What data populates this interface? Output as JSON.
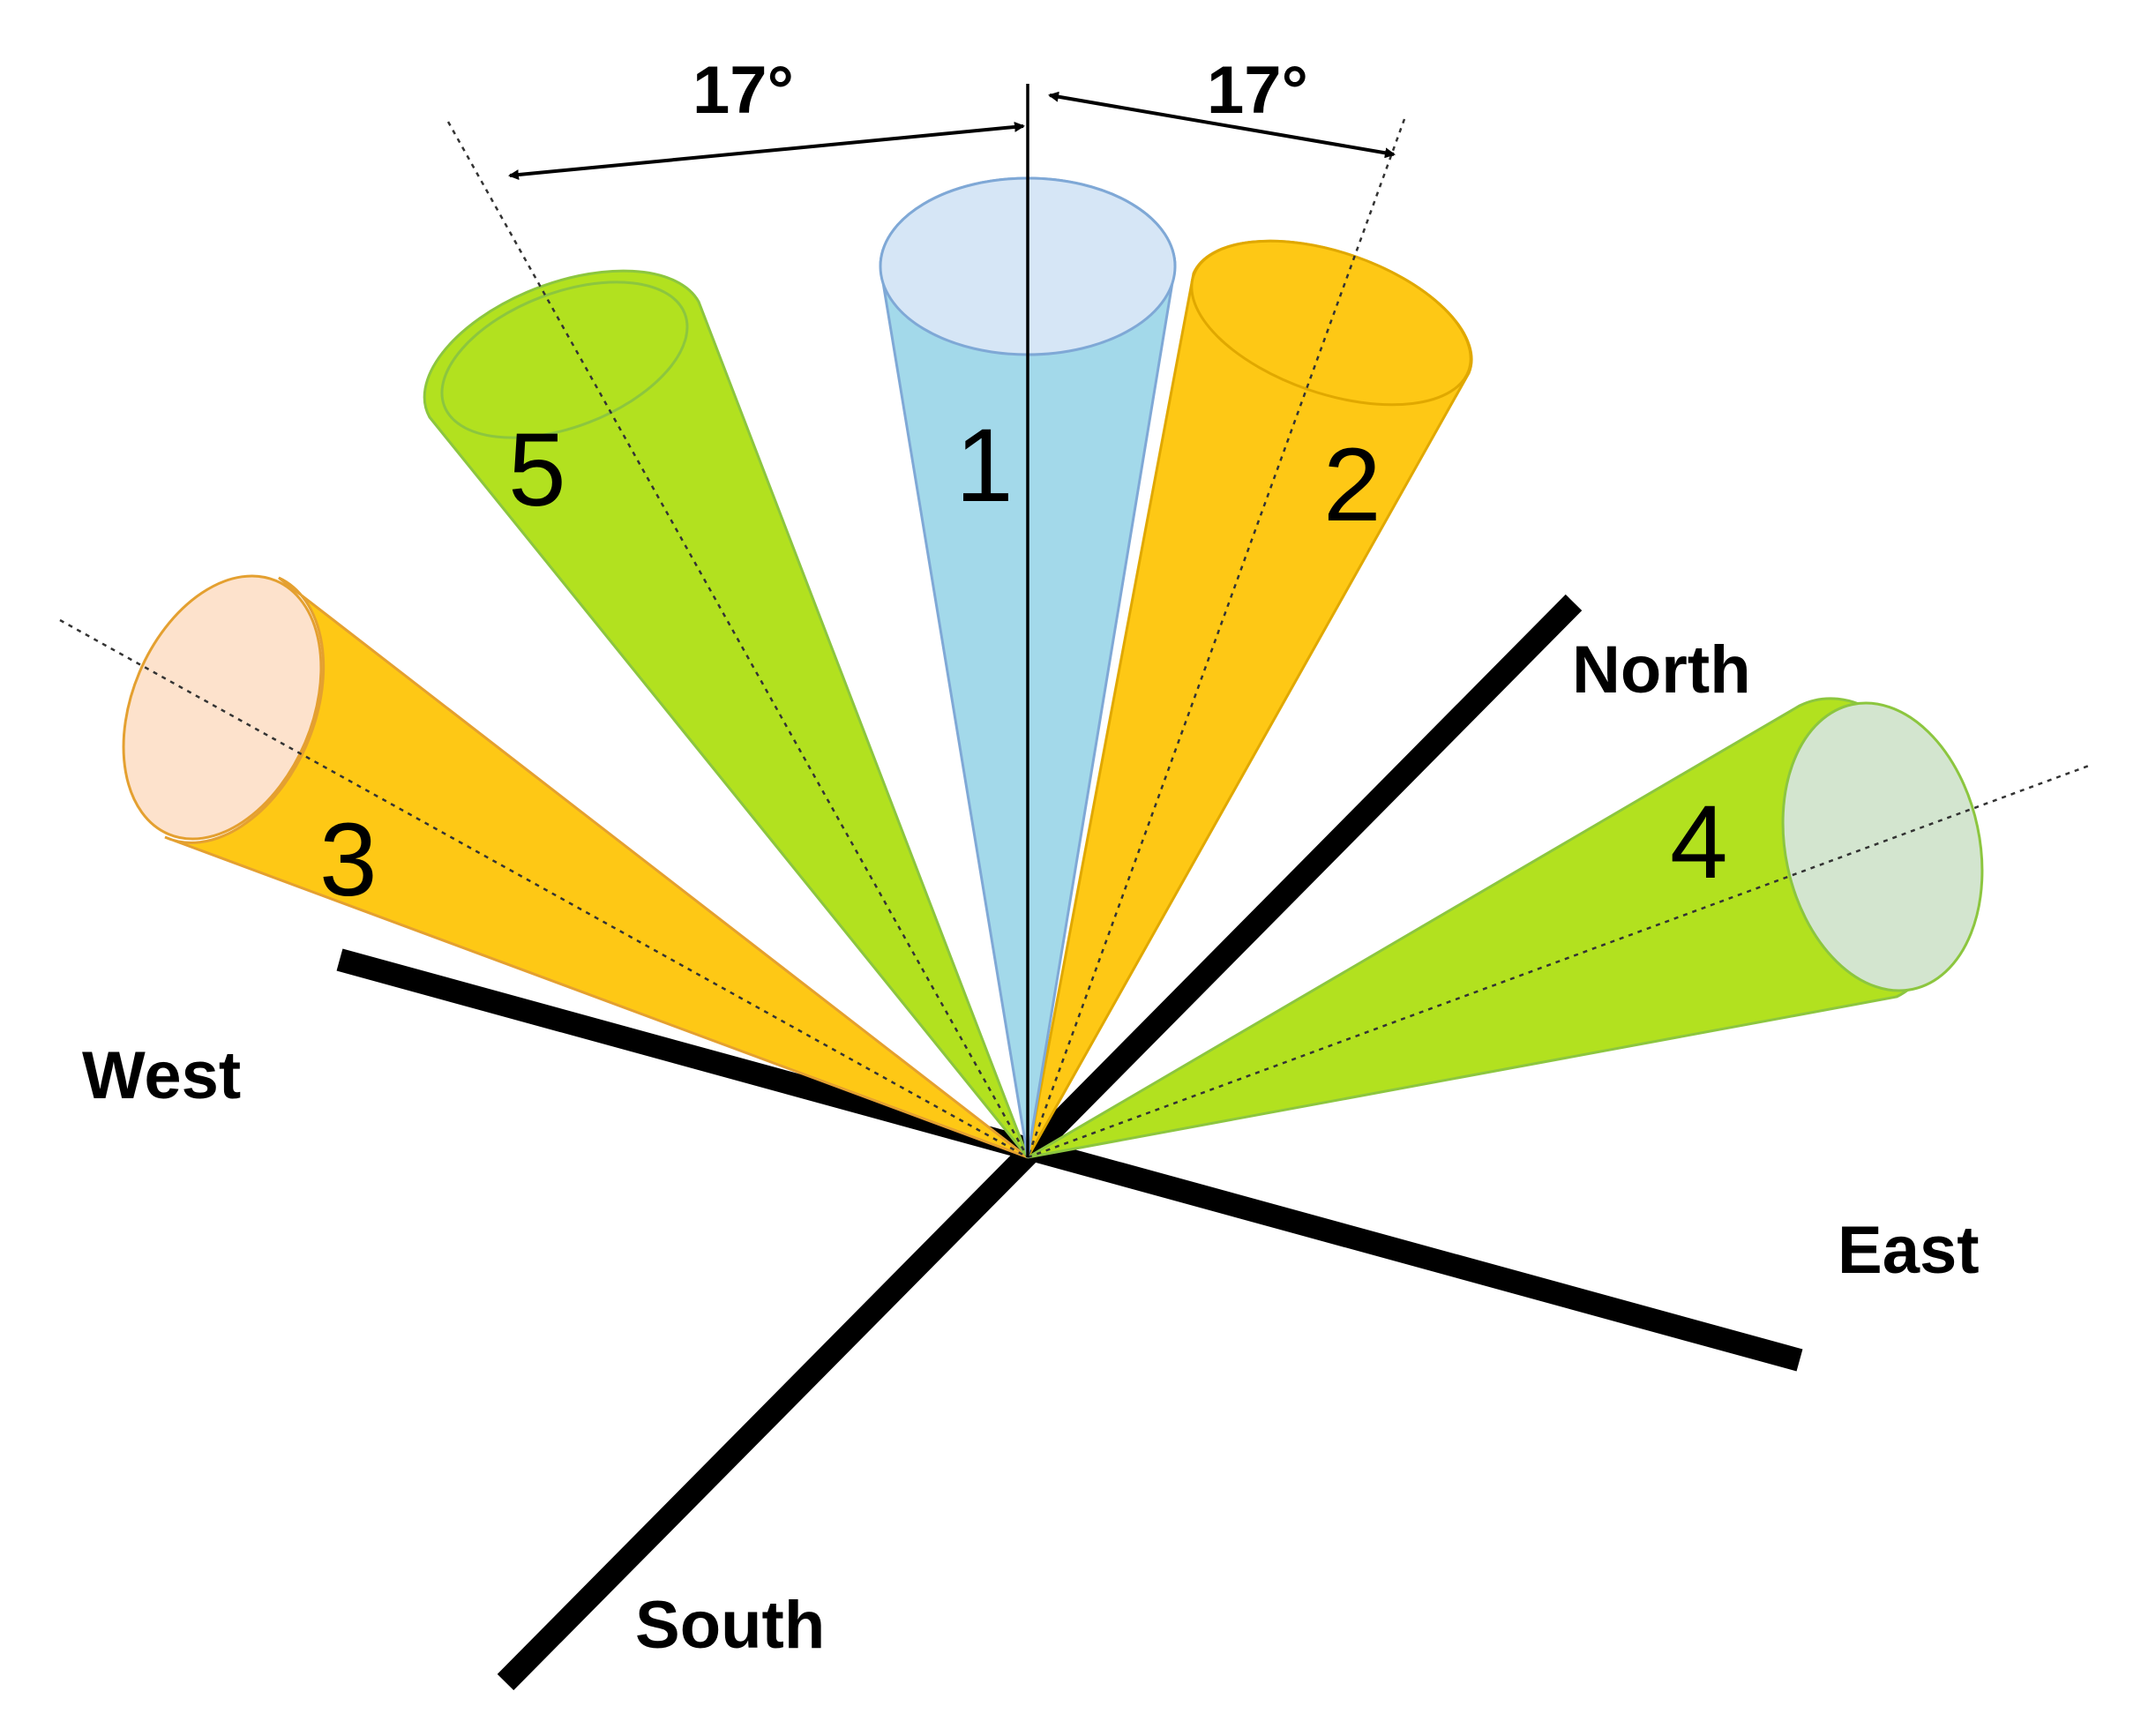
{
  "compass": {
    "north": "North",
    "south": "South",
    "east": "East",
    "west": "West"
  },
  "angles": {
    "left": "17°",
    "right": "17°"
  },
  "beams": [
    {
      "id": "1",
      "label": "1",
      "side_color": "#a3d9ea",
      "cap_color": "#d6e6f6",
      "edge_color": "#7fa8d6"
    },
    {
      "id": "2",
      "label": "2",
      "side_color": "#fec815",
      "cap_color": "#fec815",
      "edge_color": "#e0a800"
    },
    {
      "id": "3",
      "label": "3",
      "side_color": "#fec815",
      "cap_color": "#fde2cc",
      "edge_color": "#e4a030"
    },
    {
      "id": "4",
      "label": "4",
      "side_color": "#b2e11f",
      "cap_color": "#d3e5cf",
      "edge_color": "#8cc63f"
    },
    {
      "id": "5",
      "label": "5",
      "side_color": "#b2e11f",
      "cap_color": "#b2e11f",
      "edge_color": "#8cc63f"
    }
  ],
  "colors": {
    "axis": "#000000",
    "background": "#ffffff"
  }
}
